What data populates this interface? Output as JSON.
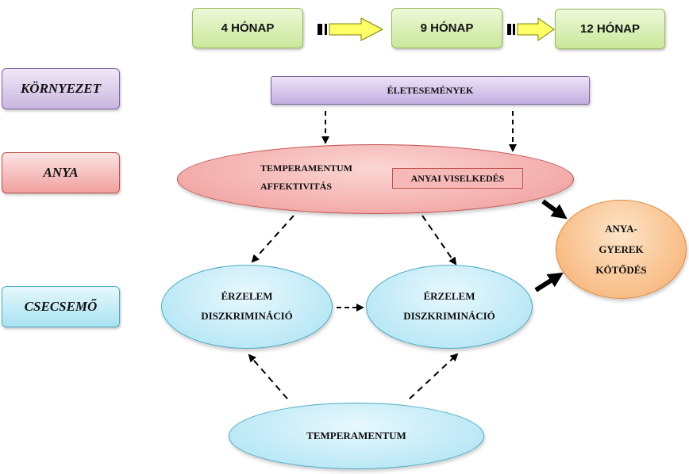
{
  "timeline": {
    "stage1": "4 HÓNAP",
    "stage2": "9 HÓNAP",
    "stage3": "12 HÓNAP"
  },
  "levels": {
    "environment": "KÖRNYEZET",
    "mother": "ANYA",
    "infant": "CSECSEMŐ"
  },
  "nodes": {
    "life_events": "ÉLETESEMÉNYEK",
    "mother_temperament_line1": "TEMPERAMENTUM",
    "mother_temperament_line2": "AFFEKTIVITÁS",
    "maternal_behavior": "ANYAI VISELKEDÉS",
    "attachment_line1": "ANYA-",
    "attachment_line2": "GYEREK",
    "attachment_line3": "KÖTŐDÉS",
    "emotion1_line1": "ÉRZELEM",
    "emotion1_line2": "DISZKRIMINÁCIÓ",
    "emotion2_line1": "ÉRZELEM",
    "emotion2_line2": "DISZKRIMINÁCIÓ",
    "infant_temperament": "TEMPERAMENTUM"
  },
  "colors": {
    "timeline_fill": "#c9e89a",
    "environment_fill": "#c9b7df",
    "mother_fill": "#f0a09e",
    "infant_fill": "#a8e3f2",
    "attachment_fill": "#f6ad6b",
    "block_arrow_fill": "#ffff66"
  }
}
